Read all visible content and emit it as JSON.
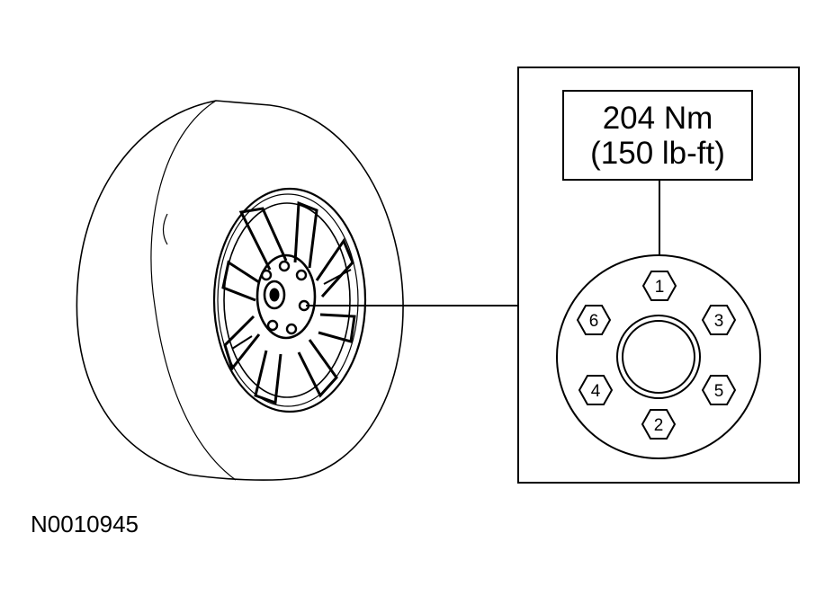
{
  "figure_id": "N0010945",
  "torque": {
    "metric": "204 Nm",
    "imperial": "(150 lb-ft)"
  },
  "tightening_sequence": [
    {
      "label": "1"
    },
    {
      "label": "3"
    },
    {
      "label": "5"
    },
    {
      "label": "2"
    },
    {
      "label": "4"
    },
    {
      "label": "6"
    }
  ],
  "colors": {
    "line": "#000000",
    "background": "#ffffff"
  }
}
